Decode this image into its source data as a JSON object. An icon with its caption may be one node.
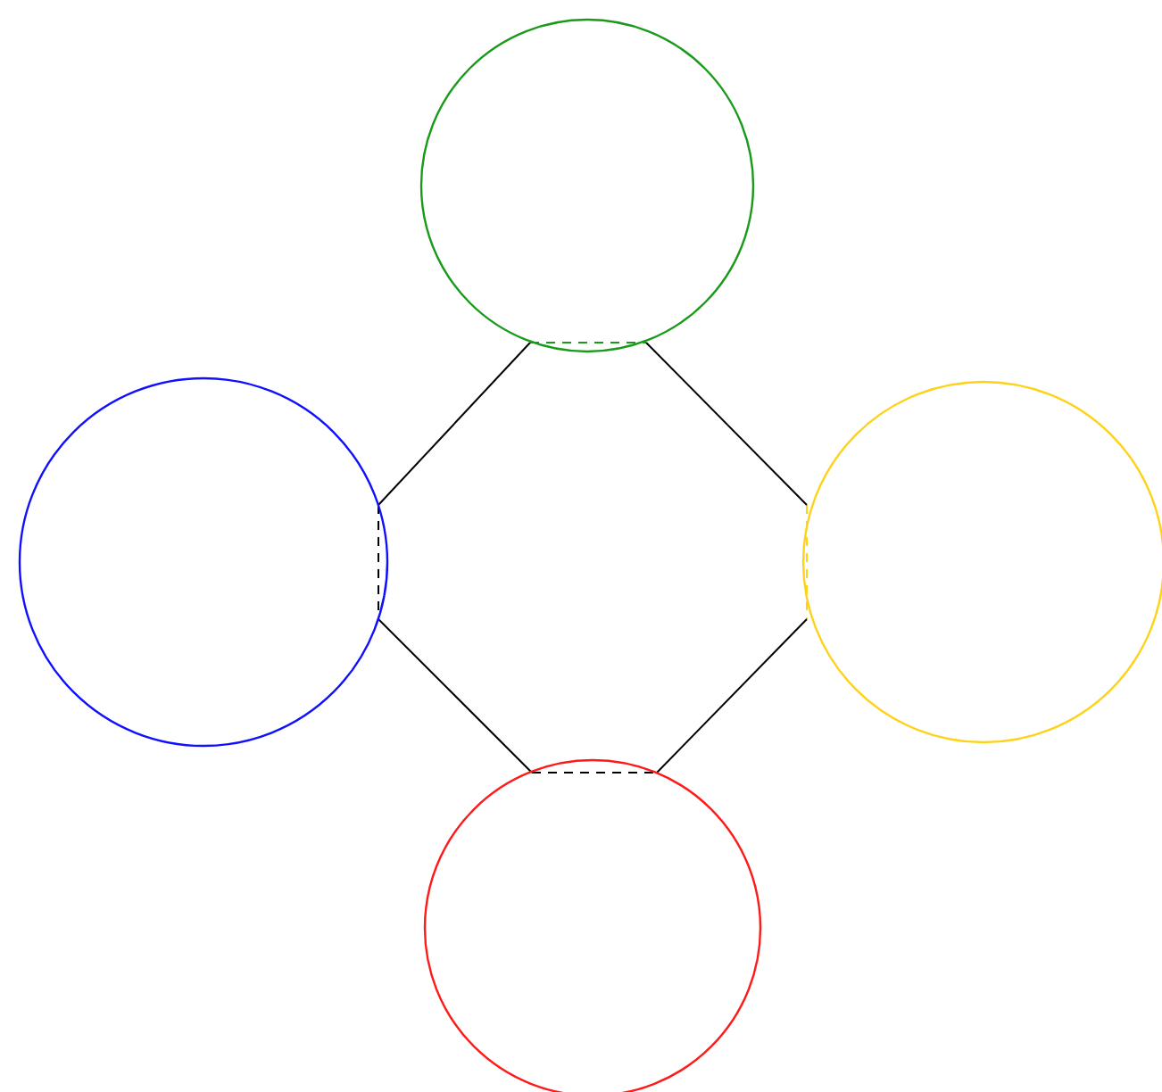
{
  "diagram": {
    "nodes": [
      {
        "text": [],
        "shape": "circle"
      },
      {
        "text": [],
        "shape": "circle"
      },
      {
        "text": [],
        "shape": "circle"
      },
      {
        "text": [],
        "shape": "circle"
      }
    ],
    "edges": [
      {
        "from": 0,
        "to": 1,
        "arrow": "none"
      },
      {
        "from": 0,
        "to": 2,
        "arrow": "none"
      },
      {
        "from": 1,
        "to": 3,
        "arrow": "none"
      },
      {
        "from": 2,
        "to": 3,
        "arrow": "none"
      }
    ]
  }
}
